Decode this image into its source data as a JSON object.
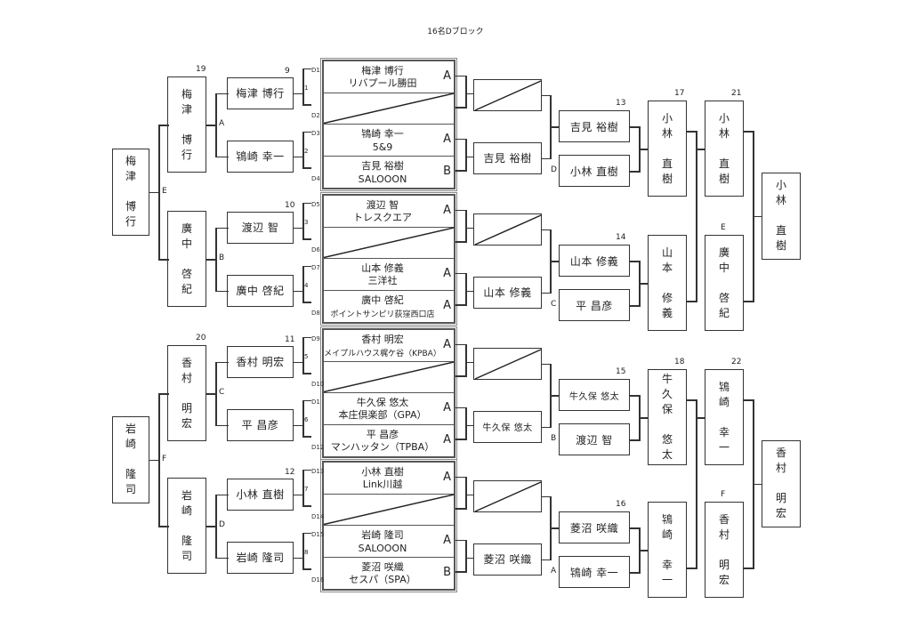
{
  "title": "16名Dブロック",
  "groups": [
    {
      "slots": [
        {
          "slot": "D1",
          "name": "梅津 博行",
          "team": "リバプール勝田",
          "result": "A"
        },
        {
          "slot": "D2",
          "bye": true
        },
        {
          "slot": "D3",
          "name": "鴇崎 幸一",
          "team": "5&9",
          "result": "A"
        },
        {
          "slot": "D4",
          "name": "吉見 裕樹",
          "team": "SALOOON",
          "result": "B"
        }
      ]
    },
    {
      "slots": [
        {
          "slot": "D5",
          "name": "渡辺 智",
          "team": "トレスクエア",
          "result": "A"
        },
        {
          "slot": "D6",
          "bye": true
        },
        {
          "slot": "D7",
          "name": "山本 修義",
          "team": "三洋社",
          "result": "A"
        },
        {
          "slot": "D8",
          "name": "廣中 啓紀",
          "team": "ポイントサンピリ荻窪西口店",
          "result": "A",
          "small": true
        }
      ]
    },
    {
      "slots": [
        {
          "slot": "D9",
          "name": "香村 明宏",
          "team": "メイプルハウス梶ケ谷（KPBA）",
          "result": "A",
          "small": true
        },
        {
          "slot": "D10",
          "bye": true
        },
        {
          "slot": "D1",
          "name": "牛久保 悠太",
          "team": "本庄倶楽部（GPA）",
          "result": "A"
        },
        {
          "slot": "D12",
          "name": "平 昌彦",
          "team": "マンハッタン（TPBA）",
          "result": "A"
        }
      ]
    },
    {
      "slots": [
        {
          "slot": "D13",
          "name": "小林 直樹",
          "team": "Link川越",
          "result": "A"
        },
        {
          "slot": "D14",
          "bye": true
        },
        {
          "slot": "D15",
          "name": "岩崎 隆司",
          "team": "SALOOON",
          "result": "A"
        },
        {
          "slot": "D16",
          "name": "菱沼 咲織",
          "team": "セスパ（SPA）",
          "result": "B"
        }
      ]
    }
  ],
  "left": {
    "round1": [
      {
        "match_no": "9",
        "top": "梅津 博行",
        "bottom": "鴇崎 幸一",
        "pair_labels": [
          "1",
          "2"
        ],
        "winner_label": "A"
      },
      {
        "match_no": "10",
        "top": "渡辺 智",
        "bottom": "廣中 啓紀",
        "pair_labels": [
          "3",
          "4"
        ],
        "winner_label": "B"
      },
      {
        "match_no": "11",
        "top": "香村 明宏",
        "bottom": "平 昌彦",
        "pair_labels": [
          "5",
          "6"
        ],
        "winner_label": "C"
      },
      {
        "match_no": "12",
        "top": "小林 直樹",
        "bottom": "岩崎 隆司",
        "pair_labels": [
          "7",
          "8"
        ],
        "winner_label": "D"
      }
    ],
    "round2": [
      {
        "match_no": "19",
        "name": [
          "梅津",
          "博行"
        ]
      },
      {
        "match_no": "",
        "name": [
          "廣中",
          "啓紀"
        ]
      },
      {
        "match_no": "20",
        "name": [
          "香村",
          "明宏"
        ]
      },
      {
        "match_no": "",
        "name": [
          "岩崎",
          "隆司"
        ]
      }
    ],
    "round2_labels": [
      "E",
      "F"
    ],
    "final": [
      {
        "name": [
          "梅津",
          "博行"
        ]
      },
      {
        "name": [
          "岩崎",
          "隆司"
        ]
      }
    ]
  },
  "right": {
    "loser_r1": [
      {
        "name": "",
        "bye": true
      },
      {
        "name": "吉見 裕樹"
      },
      {
        "name": "",
        "bye": true
      },
      {
        "name": "山本 修義"
      },
      {
        "name": "",
        "bye": true
      },
      {
        "name": "牛久保 悠太",
        "small": true
      },
      {
        "name": "",
        "bye": true
      },
      {
        "name": "菱沼 咲織"
      }
    ],
    "loser_r2": [
      {
        "match_no": "13",
        "top": "吉見 裕樹",
        "bottom": "小林 直樹",
        "bottom_label": "D"
      },
      {
        "match_no": "14",
        "top": "山本 修義",
        "bottom": "平 昌彦",
        "bottom_label": "C"
      },
      {
        "match_no": "15",
        "top": "牛久保 悠太",
        "bottom": "渡辺 智",
        "bottom_label": "B",
        "top_small": true
      },
      {
        "match_no": "16",
        "top": "菱沼 咲織",
        "bottom": "鴇崎 幸一",
        "bottom_label": "A"
      }
    ],
    "loser_r3": [
      {
        "match_no": "17",
        "name": [
          "小林",
          "直樹"
        ]
      },
      {
        "match_no": "",
        "name": [
          "山本",
          "修義"
        ]
      },
      {
        "match_no": "18",
        "name": [
          "牛久保",
          "悠太"
        ]
      },
      {
        "match_no": "",
        "name": [
          "鴇崎",
          "幸一"
        ]
      }
    ],
    "loser_r4": [
      {
        "match_no": "21",
        "name": [
          "小林",
          "直樹"
        ]
      },
      {
        "match_no": "E",
        "name": [
          "廣中",
          "啓紀"
        ]
      },
      {
        "match_no": "22",
        "name": [
          "鴇崎",
          "幸一"
        ]
      },
      {
        "match_no": "F",
        "name": [
          "香村",
          "明宏"
        ]
      }
    ],
    "final": [
      {
        "name": [
          "小林",
          "直樹"
        ]
      },
      {
        "name": [
          "香村",
          "明宏"
        ]
      }
    ]
  }
}
